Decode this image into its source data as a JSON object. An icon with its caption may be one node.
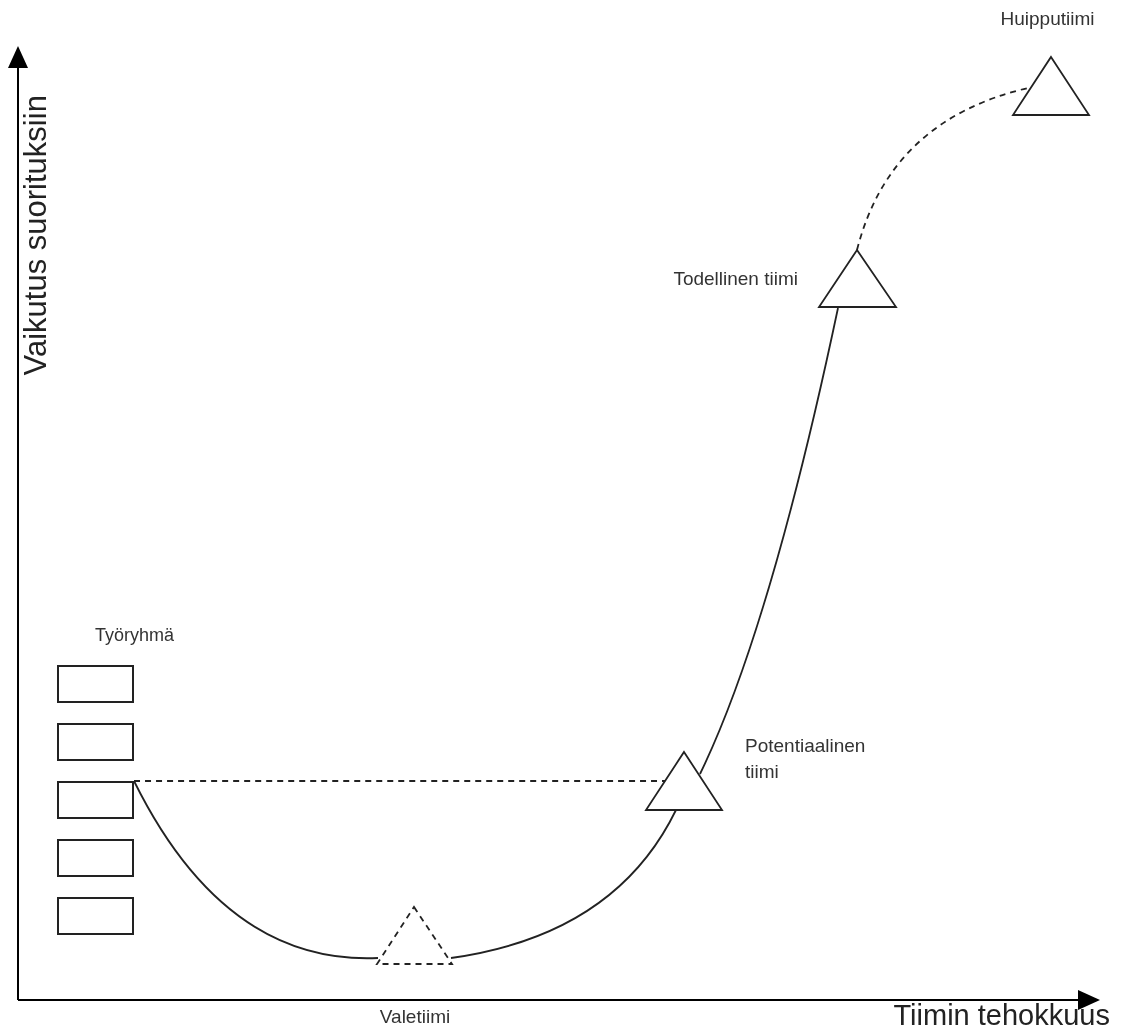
{
  "diagram": {
    "nodes": [
      {
        "text": [],
        "shape": "box"
      },
      {
        "text": [],
        "shape": "box"
      },
      {
        "text": [],
        "shape": "box"
      },
      {
        "text": [],
        "shape": "box"
      },
      {
        "text": [],
        "shape": "box"
      },
      {
        "text": [
          "Valetiimi"
        ]
      },
      {
        "text": [
          "Potentiaalinen tiimi"
        ]
      },
      {
        "text": [
          "Todellinen tiimi"
        ]
      },
      {
        "text": [
          "Huipputiimi"
        ]
      }
    ],
    "edges": [
      {
        "from": 2,
        "to": 5,
        "arrow": "none"
      },
      {
        "from": 5,
        "to": 6,
        "arrow": "none"
      },
      {
        "from": 2,
        "to": 6,
        "arrow": "none",
        "style": "dashed"
      },
      {
        "from": 6,
        "to": 7,
        "arrow": "none"
      },
      {
        "from": 7,
        "to": 8,
        "arrow": "none",
        "style": "dashed"
      }
    ],
    "labels": [
      "Vaikutus suorituksiin",
      "Tiimin tehokkuus",
      "Työryhmä"
    ]
  }
}
